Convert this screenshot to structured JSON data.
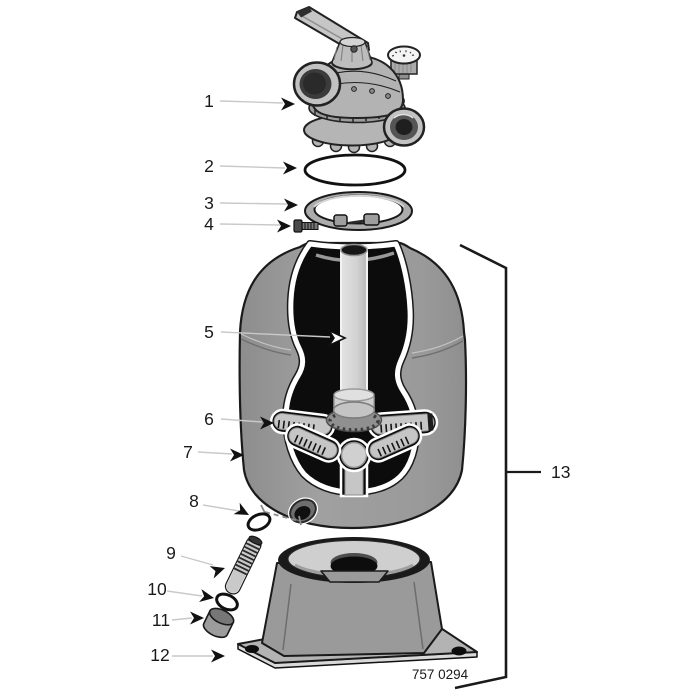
{
  "palette": {
    "ink": "#1a1a1a",
    "body_gray": "#9a9a9a",
    "interior_black": "#0d0d0d",
    "cut_edge_white": "#ffffff",
    "leader_gray": "#c9c9c9"
  },
  "figure": {
    "part_number": "757 0294",
    "callouts": [
      {
        "label": "1"
      },
      {
        "label": "2"
      },
      {
        "label": "3"
      },
      {
        "label": "4"
      },
      {
        "label": "5"
      },
      {
        "label": "6"
      },
      {
        "label": "7"
      },
      {
        "label": "8"
      },
      {
        "label": "9"
      },
      {
        "label": "10"
      },
      {
        "label": "11"
      },
      {
        "label": "12"
      },
      {
        "label": "13"
      }
    ]
  }
}
